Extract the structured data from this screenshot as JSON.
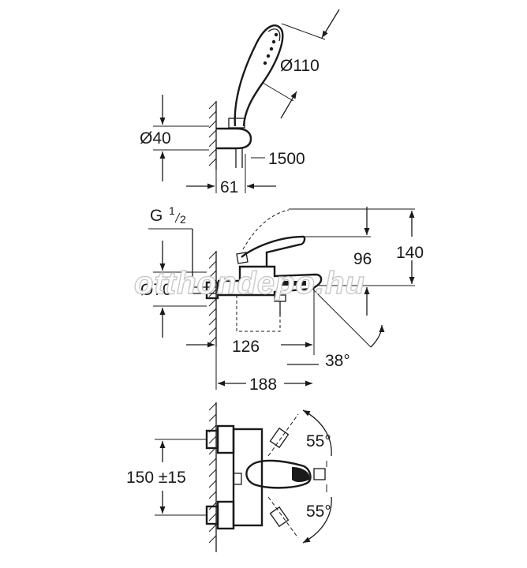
{
  "views": {
    "hand_shower": {
      "head_diameter": "Ø110",
      "holder_diameter": "Ø40",
      "hose_length": "1500",
      "wall_offset": "61"
    },
    "side": {
      "thread": "G",
      "thread_fraction_num": "1",
      "thread_fraction_den": "2",
      "escutcheon_diameter": "Ø70",
      "spout_height": "96",
      "total_height": "140",
      "spout_reach": "126",
      "total_depth": "188",
      "spout_angle": "38°"
    },
    "front": {
      "centres": "150 ±15",
      "lever_angle_up": "55°",
      "lever_angle_down": "55°"
    }
  },
  "watermark": "otthondepo.hu"
}
